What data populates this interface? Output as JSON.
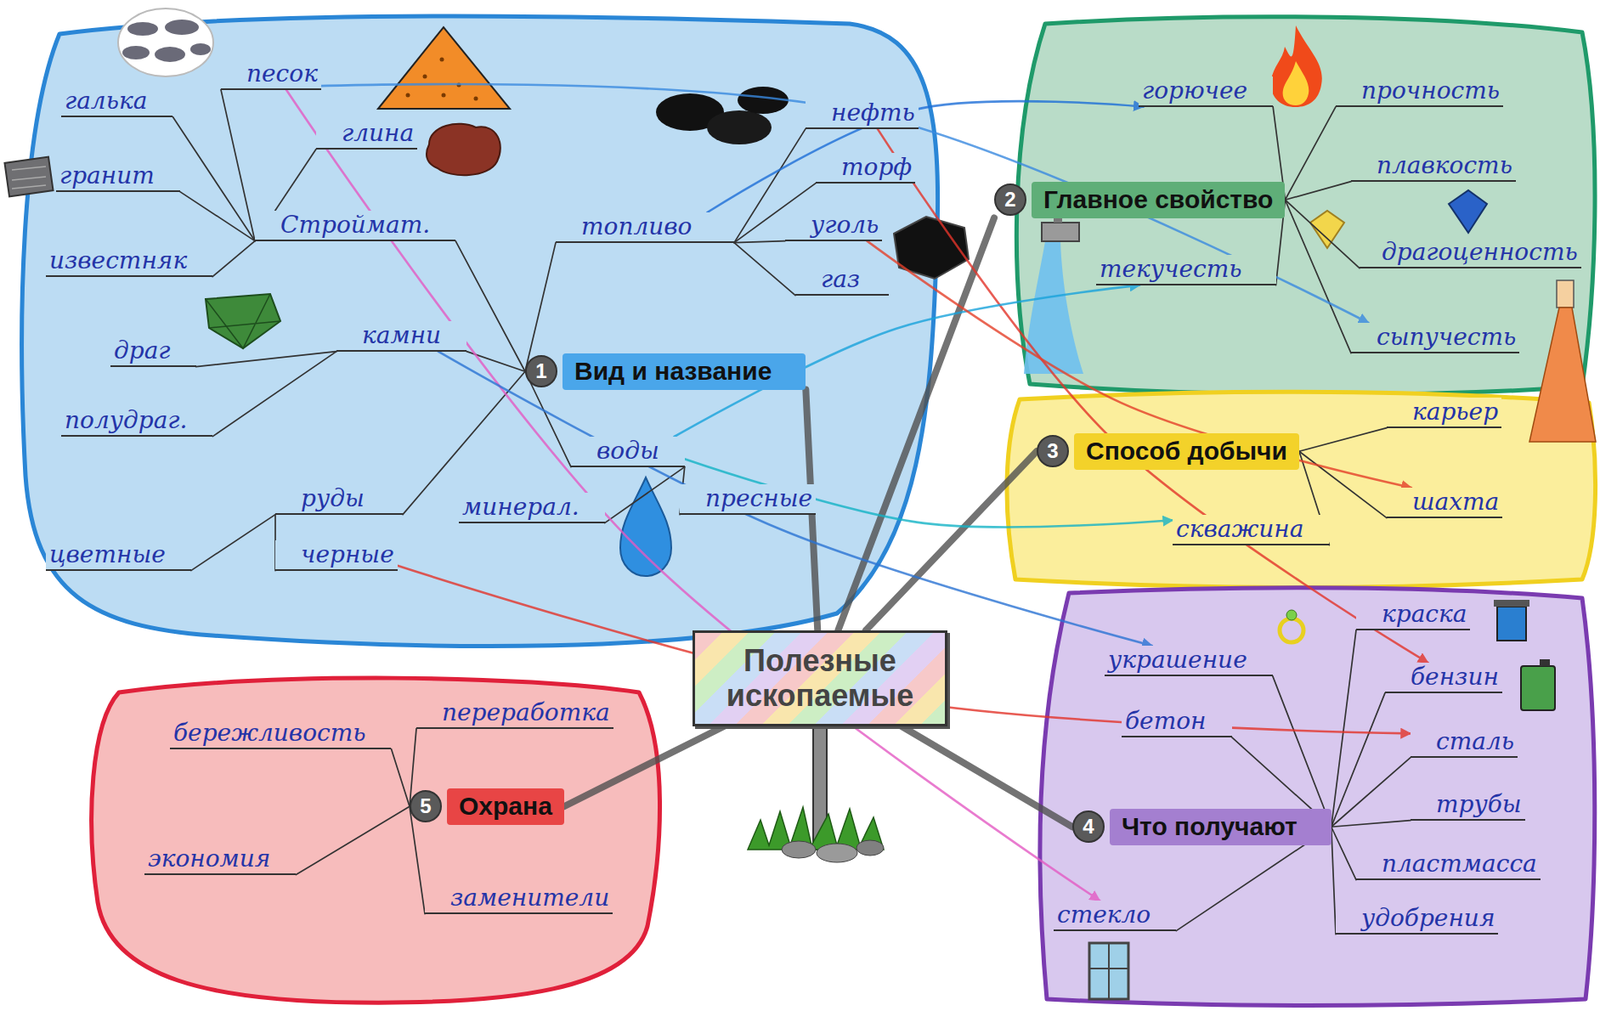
{
  "diagram": {
    "nodes": [
      {
        "text": [
          "Полезные ископаемые"
        ]
      },
      {
        "text": [
          "1",
          "Вид и название"
        ]
      },
      {
        "text": [
          "Строймат."
        ]
      },
      {
        "text": [
          "галька"
        ]
      },
      {
        "text": [
          "песок"
        ]
      },
      {
        "text": [
          "глина"
        ]
      },
      {
        "text": [
          "гранит"
        ]
      },
      {
        "text": [
          "известняк"
        ]
      },
      {
        "text": [
          "топливо"
        ]
      },
      {
        "text": [
          "нефть"
        ]
      },
      {
        "text": [
          "торф"
        ]
      },
      {
        "text": [
          "уголь"
        ]
      },
      {
        "text": [
          "газ"
        ]
      },
      {
        "text": [
          "камни"
        ]
      },
      {
        "text": [
          "драг"
        ]
      },
      {
        "text": [
          "полудраг."
        ]
      },
      {
        "text": [
          "руды"
        ]
      },
      {
        "text": [
          "цветные"
        ]
      },
      {
        "text": [
          "черные"
        ]
      },
      {
        "text": [
          "воды"
        ]
      },
      {
        "text": [
          "минерал."
        ]
      },
      {
        "text": [
          "пресные"
        ]
      },
      {
        "text": [
          "2",
          "Главное свойство"
        ]
      },
      {
        "text": [
          "горючее"
        ]
      },
      {
        "text": [
          "прочность"
        ]
      },
      {
        "text": [
          "плавкость"
        ]
      },
      {
        "text": [
          "драгоценность"
        ]
      },
      {
        "text": [
          "текучесть"
        ]
      },
      {
        "text": [
          "сыпучесть"
        ]
      },
      {
        "text": [
          "3",
          "Способ добычи"
        ]
      },
      {
        "text": [
          "карьер"
        ]
      },
      {
        "text": [
          "шахта"
        ]
      },
      {
        "text": [
          "скважина"
        ]
      },
      {
        "text": [
          "4",
          "Что получают"
        ]
      },
      {
        "text": [
          "краска"
        ]
      },
      {
        "text": [
          "украшение"
        ]
      },
      {
        "text": [
          "бензин"
        ]
      },
      {
        "text": [
          "бетон"
        ]
      },
      {
        "text": [
          "сталь"
        ]
      },
      {
        "text": [
          "трубы"
        ]
      },
      {
        "text": [
          "пластмасса"
        ]
      },
      {
        "text": [
          "стекло"
        ]
      },
      {
        "text": [
          "удобрения"
        ]
      },
      {
        "text": [
          "5",
          "Охрана"
        ]
      },
      {
        "text": [
          "бережливость"
        ]
      },
      {
        "text": [
          "переработка"
        ]
      },
      {
        "text": [
          "экономия"
        ]
      },
      {
        "text": [
          "заменители"
        ]
      }
    ],
    "edges": [
      {
        "from": 0,
        "to": 1,
        "arrow": "none"
      },
      {
        "from": 0,
        "to": 22,
        "arrow": "none"
      },
      {
        "from": 0,
        "to": 29,
        "arrow": "none"
      },
      {
        "from": 0,
        "to": 33,
        "arrow": "none"
      },
      {
        "from": 0,
        "to": 43,
        "arrow": "none"
      },
      {
        "from": 1,
        "to": 2,
        "arrow": "none"
      },
      {
        "from": 1,
        "to": 8,
        "arrow": "none"
      },
      {
        "from": 1,
        "to": 13,
        "arrow": "none"
      },
      {
        "from": 1,
        "to": 16,
        "arrow": "none"
      },
      {
        "from": 1,
        "to": 19,
        "arrow": "none"
      },
      {
        "from": 2,
        "to": 3,
        "arrow": "none"
      },
      {
        "from": 2,
        "to": 4,
        "arrow": "none"
      },
      {
        "from": 2,
        "to": 5,
        "arrow": "none"
      },
      {
        "from": 2,
        "to": 6,
        "arrow": "none"
      },
      {
        "from": 2,
        "to": 7,
        "arrow": "none"
      },
      {
        "from": 8,
        "to": 9,
        "arrow": "none"
      },
      {
        "from": 8,
        "to": 10,
        "arrow": "none"
      },
      {
        "from": 8,
        "to": 11,
        "arrow": "none"
      },
      {
        "from": 8,
        "to": 12,
        "arrow": "none"
      },
      {
        "from": 13,
        "to": 14,
        "arrow": "none"
      },
      {
        "from": 13,
        "to": 15,
        "arrow": "none"
      },
      {
        "from": 16,
        "to": 17,
        "arrow": "none"
      },
      {
        "from": 16,
        "to": 18,
        "arrow": "none"
      },
      {
        "from": 19,
        "to": 20,
        "arrow": "none"
      },
      {
        "from": 19,
        "to": 21,
        "arrow": "none"
      },
      {
        "from": 22,
        "to": 23,
        "arrow": "none"
      },
      {
        "from": 22,
        "to": 24,
        "arrow": "none"
      },
      {
        "from": 22,
        "to": 25,
        "arrow": "none"
      },
      {
        "from": 22,
        "to": 26,
        "arrow": "none"
      },
      {
        "from": 22,
        "to": 27,
        "arrow": "none"
      },
      {
        "from": 22,
        "to": 28,
        "arrow": "none"
      },
      {
        "from": 29,
        "to": 30,
        "arrow": "none"
      },
      {
        "from": 29,
        "to": 31,
        "arrow": "none"
      },
      {
        "from": 29,
        "to": 32,
        "arrow": "none"
      },
      {
        "from": 33,
        "to": 34,
        "arrow": "none"
      },
      {
        "from": 33,
        "to": 35,
        "arrow": "none"
      },
      {
        "from": 33,
        "to": 36,
        "arrow": "none"
      },
      {
        "from": 33,
        "to": 37,
        "arrow": "none"
      },
      {
        "from": 33,
        "to": 38,
        "arrow": "none"
      },
      {
        "from": 33,
        "to": 39,
        "arrow": "none"
      },
      {
        "from": 33,
        "to": 40,
        "arrow": "none"
      },
      {
        "from": 33,
        "to": 41,
        "arrow": "none"
      },
      {
        "from": 33,
        "to": 42,
        "arrow": "none"
      },
      {
        "from": 43,
        "to": 44,
        "arrow": "none"
      },
      {
        "from": 43,
        "to": 45,
        "arrow": "none"
      },
      {
        "from": 43,
        "to": 46,
        "arrow": "none"
      },
      {
        "from": 43,
        "to": 47,
        "arrow": "none"
      },
      {
        "from": 8,
        "to": 23,
        "arrow": "to"
      },
      {
        "from": 9,
        "to": 36,
        "arrow": "to"
      },
      {
        "from": 4,
        "to": 41,
        "arrow": "to"
      },
      {
        "from": 4,
        "to": 28,
        "arrow": "to"
      },
      {
        "from": 19,
        "to": 27,
        "arrow": "to"
      },
      {
        "from": 19,
        "to": 32,
        "arrow": "to"
      },
      {
        "from": 11,
        "to": 31,
        "arrow": "to"
      },
      {
        "from": 18,
        "to": 38,
        "arrow": "to"
      },
      {
        "from": 13,
        "to": 35,
        "arrow": "to"
      }
    ]
  }
}
